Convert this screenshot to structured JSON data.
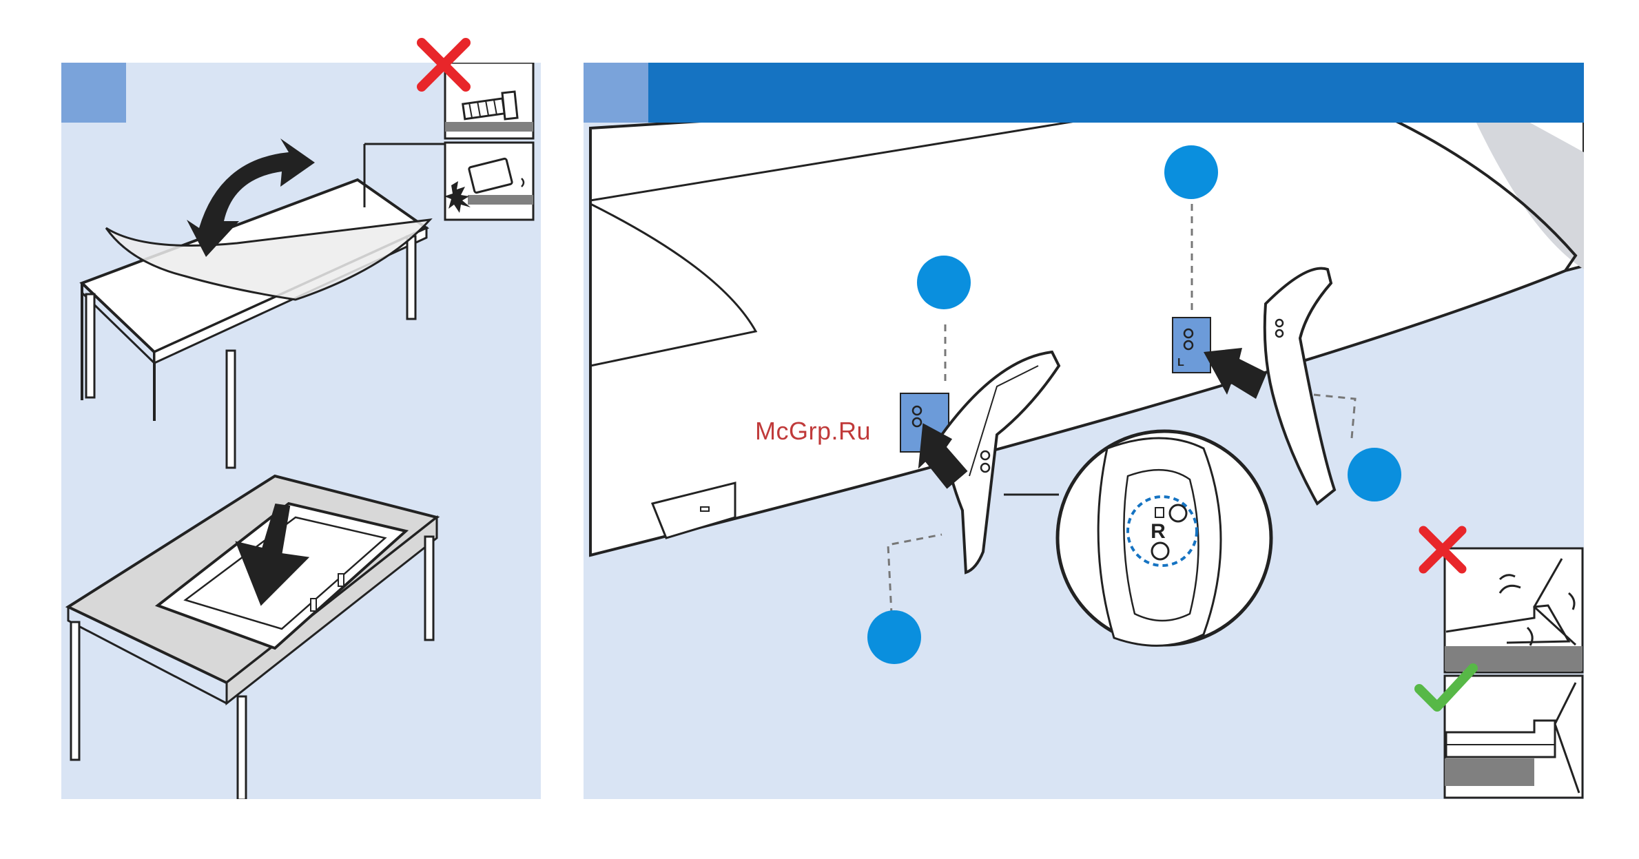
{
  "colors": {
    "panel_bg": "#d9e4f4",
    "step_badge": "#7aa3da",
    "header_bar": "#1573c2",
    "callout_dot": "#0a8fde",
    "wrong_mark": "#e8262a",
    "right_mark": "#57b847",
    "mount_plate": "#6c9bd9"
  },
  "panels": {
    "left": {
      "step_badge": "",
      "wrong_inset_icon": "cross-icon",
      "insets": [
        "screw-icon",
        "damaged-screen-icon"
      ],
      "scenes": [
        "blanket-over-table",
        "tv-face-down-on-blanket"
      ]
    },
    "right": {
      "step_badge": "",
      "header_title": "",
      "plates": [
        {
          "side": "R",
          "label": "R"
        },
        {
          "side": "L",
          "label": "L"
        }
      ],
      "zoom_label": "R",
      "callout_count": 4,
      "inset_wrong_icon": "cross-icon",
      "inset_right_icon": "check-icon"
    }
  },
  "watermark": "McGrp.Ru"
}
